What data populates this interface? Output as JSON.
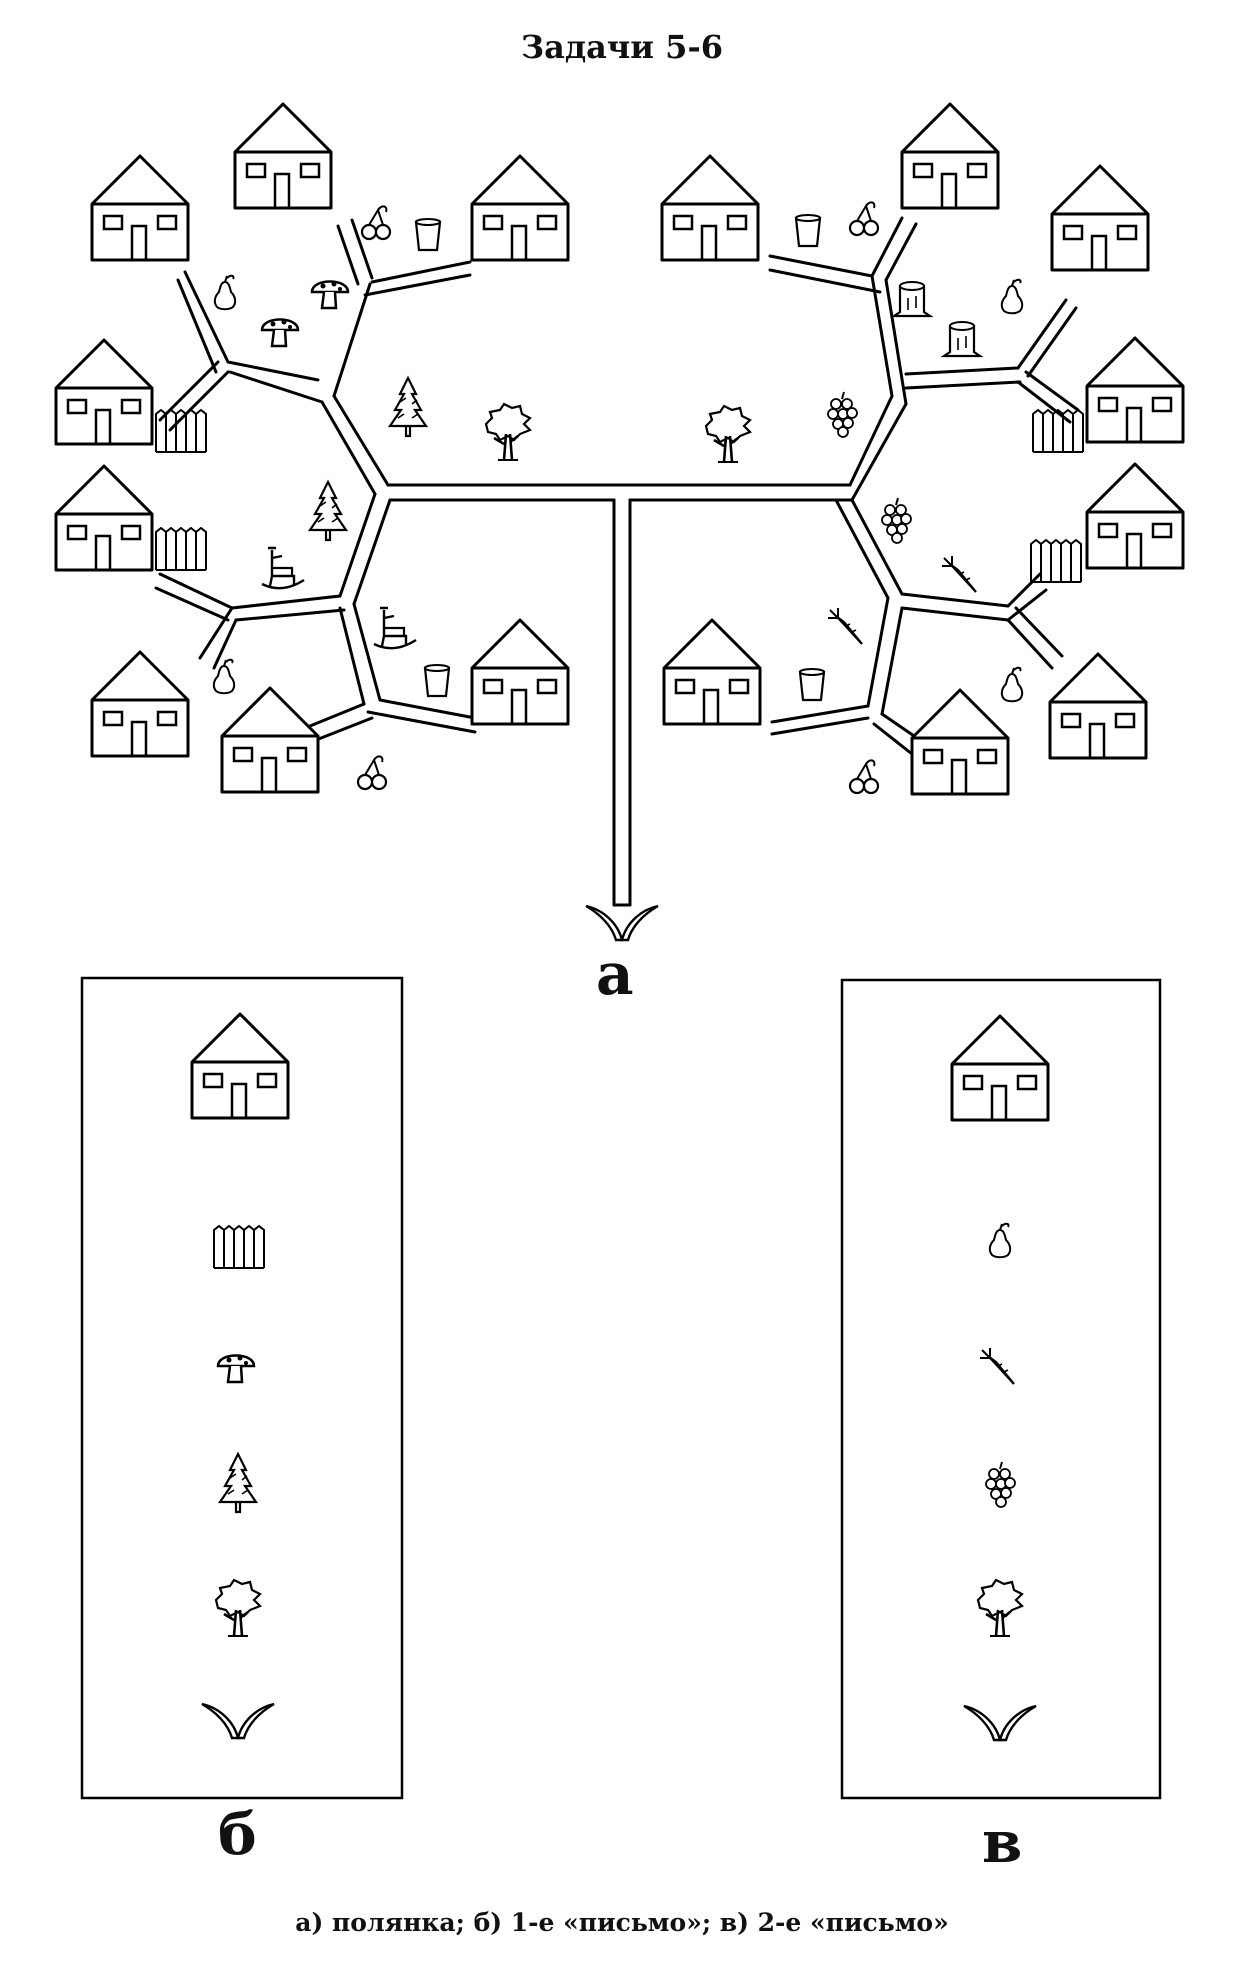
{
  "title": "Задачи 5-6",
  "labels": {
    "main": "а",
    "letter1": "б",
    "letter2": "в"
  },
  "caption": "а) полянка; б) 1-е «письмо»; в) 2-е «письмо»",
  "icons": [
    "house-icon",
    "fence-icon",
    "pear-icon",
    "mushroom-icon",
    "cherry-icon",
    "cup-icon",
    "fir-tree-icon",
    "tree-icon",
    "grapes-icon",
    "stump-icon",
    "rocking-chair-icon",
    "carrot-icon",
    "sprout-icon"
  ],
  "letter_1_sequence": [
    "house-icon",
    "fence-icon",
    "mushroom-icon",
    "fir-tree-icon",
    "tree-icon",
    "sprout-icon"
  ],
  "letter_2_sequence": [
    "house-icon",
    "pear-icon",
    "carrot-icon",
    "grapes-icon",
    "tree-icon",
    "sprout-icon"
  ]
}
